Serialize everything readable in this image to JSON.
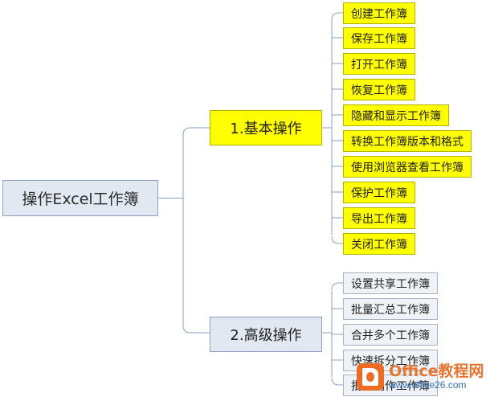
{
  "mindmap": {
    "root": "操作Excel工作簿",
    "branches": [
      {
        "label": "1.基本操作",
        "children": [
          "创建工作簿",
          "保存工作簿",
          "打开工作簿",
          "恢复工作簿",
          "隐藏和显示工作簿",
          "转换工作簿版本和格式",
          "使用浏览器查看工作簿",
          "保护工作簿",
          "导出工作簿",
          "关闭工作簿"
        ]
      },
      {
        "label": "2.高级操作",
        "children": [
          "设置共享工作簿",
          "批量汇总工作簿",
          "合并多个工作簿",
          "快速拆分工作簿",
          "批量制作工作簿"
        ]
      }
    ]
  },
  "watermark": {
    "line1": "Office教程网",
    "line2": "www.office26.com"
  },
  "colors": {
    "highlight": "#ffff00",
    "node_blue": "#e1e8f2",
    "connector": "#8aa2c4",
    "watermark_orange": "#ec6b25"
  }
}
